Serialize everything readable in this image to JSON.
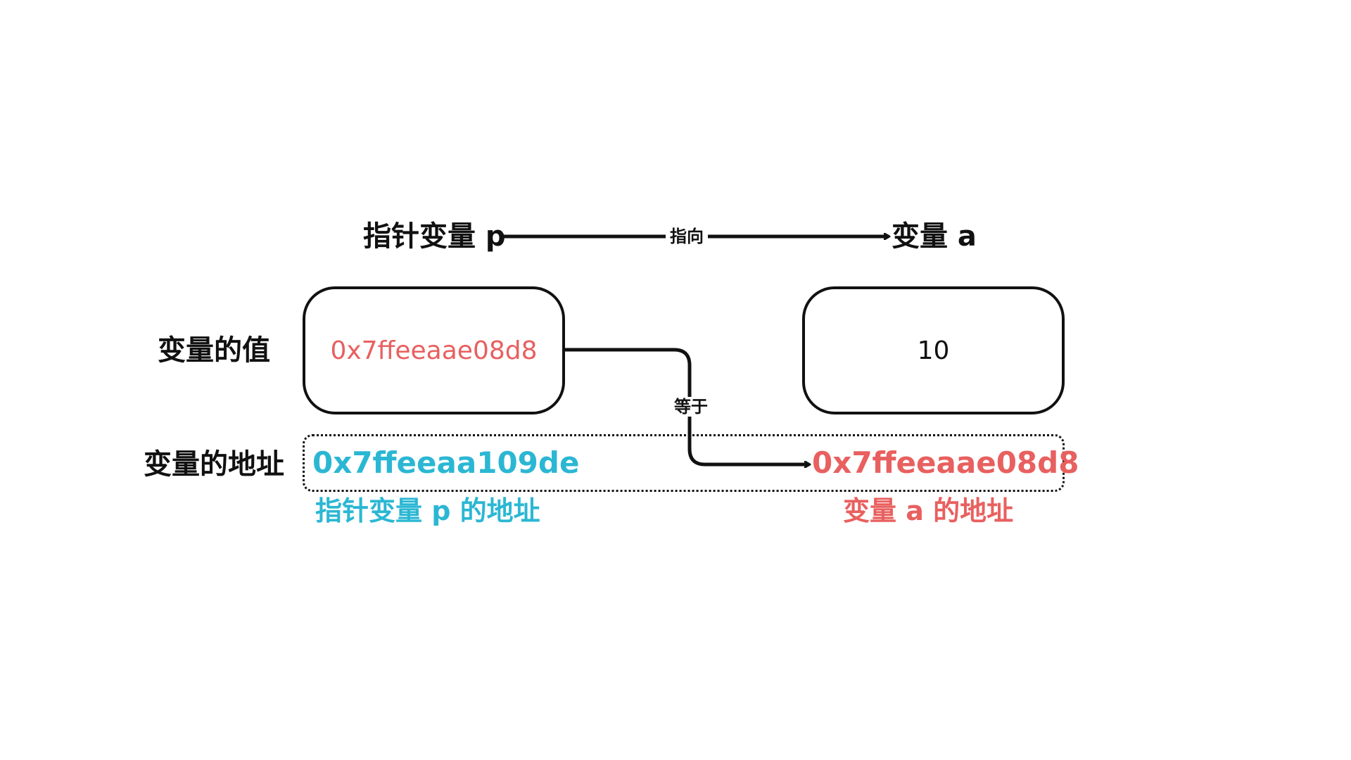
{
  "colors": {
    "pointer_address": "#2bb7d3",
    "target_address": "#e8605f",
    "ink": "#111111"
  },
  "headings": {
    "pointer": "指针变量 p",
    "target": "变量 a"
  },
  "edges": {
    "points_to": "指向",
    "equals": "等于"
  },
  "rows": {
    "value": "变量的值",
    "address": "变量的地址"
  },
  "values": {
    "pointer_value": "0x7ffeeaae08d8",
    "target_value": "10"
  },
  "addresses": {
    "pointer_address": "0x7ffeeaa109de",
    "target_address": "0x7ffeeaae08d8"
  },
  "captions": {
    "pointer_address": "指针变量 p 的地址",
    "target_address": "变量 a 的地址"
  }
}
